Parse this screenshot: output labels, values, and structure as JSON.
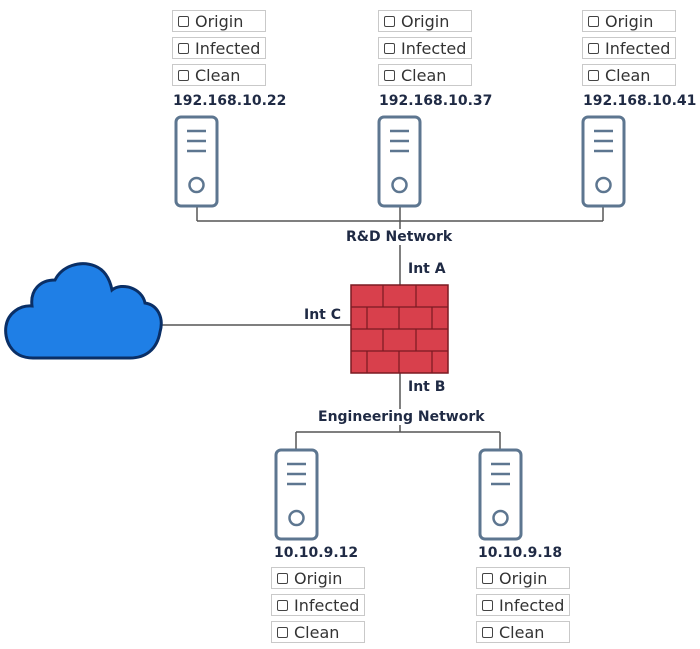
{
  "networks": {
    "rnd": "R&D Network",
    "engineering": "Engineering Network"
  },
  "firewall": {
    "int_a": "Int A",
    "int_b": "Int B",
    "int_c": "Int C"
  },
  "colors": {
    "cloud": "#1f7fe6",
    "firewall": "#d8404c",
    "server_outline": "#5d7690",
    "line": "#555555"
  },
  "hosts": [
    {
      "ip": "192.168.10.22",
      "options": [
        "Origin",
        "Infected",
        "Clean"
      ]
    },
    {
      "ip": "192.168.10.37",
      "options": [
        "Origin",
        "Infected",
        "Clean"
      ]
    },
    {
      "ip": "192.168.10.41",
      "options": [
        "Origin",
        "Infected",
        "Clean"
      ]
    },
    {
      "ip": "10.10.9.12",
      "options": [
        "Origin",
        "Infected",
        "Clean"
      ]
    },
    {
      "ip": "10.10.9.18",
      "options": [
        "Origin",
        "Infected",
        "Clean"
      ]
    }
  ]
}
